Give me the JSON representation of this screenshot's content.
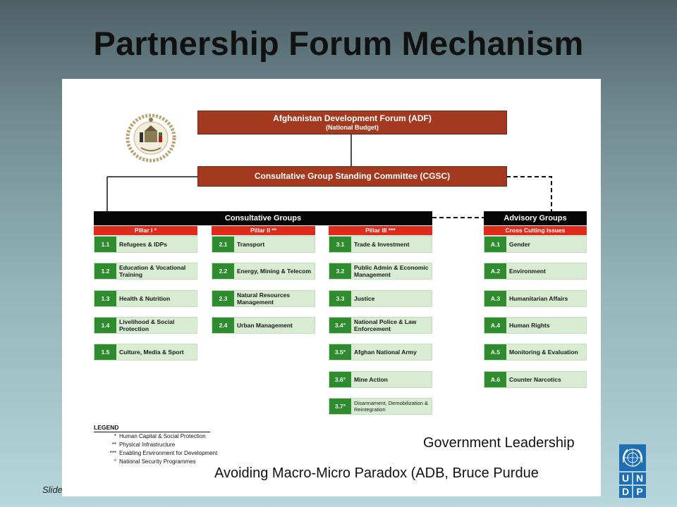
{
  "title": "Partnership Forum Mechanism",
  "footer_note": "Slide",
  "diagram": {
    "adf": {
      "line1": "Afghanistan Development Forum (ADF)",
      "line2": "(National Budget)"
    },
    "cgsc": "Consultative Group Standing Committee (CGSC)",
    "consultative_groups": "Consultative Groups",
    "advisory_groups": "Advisory Groups",
    "pillars": [
      {
        "header": "Pillar I *",
        "items": [
          {
            "num": "1.1",
            "label": "Refugees & IDPs"
          },
          {
            "num": "1.2",
            "label": "Education & Vocational Training"
          },
          {
            "num": "1.3",
            "label": "Health & Nutrition"
          },
          {
            "num": "1.4",
            "label": "Livelihood & Social Protection"
          },
          {
            "num": "1.5",
            "label": "Culture, Media & Sport"
          }
        ]
      },
      {
        "header": "Pillar II **",
        "items": [
          {
            "num": "2.1",
            "label": "Transport"
          },
          {
            "num": "2.2",
            "label": "Energy, Mining & Telecom"
          },
          {
            "num": "2.3",
            "label": "Natural Resources Management"
          },
          {
            "num": "2.4",
            "label": "Urban Management"
          }
        ]
      },
      {
        "header": "Pillar III ***",
        "items": [
          {
            "num": "3.1",
            "label": "Trade & Investment"
          },
          {
            "num": "3.2",
            "label": "Public Admin & Economic Management"
          },
          {
            "num": "3.3",
            "label": "Justice"
          },
          {
            "num": "3.4°",
            "label": "National Police & Law Enforcement"
          },
          {
            "num": "3.5°",
            "label": "Afghan National Army"
          },
          {
            "num": "3.6°",
            "label": "Mine Action"
          },
          {
            "num": "3.7°",
            "label": "Disarmament, Demobilization & Reintegration"
          }
        ]
      },
      {
        "header": "Cross Cutting Issues",
        "items": [
          {
            "num": "A.1",
            "label": "Gender"
          },
          {
            "num": "A.2",
            "label": "Environment"
          },
          {
            "num": "A.3",
            "label": "Humanitarian Affairs"
          },
          {
            "num": "A.4",
            "label": "Human Rights"
          },
          {
            "num": "A.5",
            "label": "Monitoring & Evaluation"
          },
          {
            "num": "A.6",
            "label": "Counter Narcotics"
          }
        ]
      }
    ],
    "legend": {
      "title": "LEGEND",
      "rows": [
        {
          "sym": "*",
          "text": "Human Capital & Social Protection"
        },
        {
          "sym": "**",
          "text": "Physical Infrastructure"
        },
        {
          "sym": "***",
          "text": "Enabling Environment for Development"
        },
        {
          "sym": "°",
          "text": "National Security Programmes"
        }
      ]
    }
  },
  "captions": {
    "line1": "Government Leadership",
    "line2": "Avoiding Macro-Micro Paradox (ADB, Bruce Purdue"
  },
  "logo": {
    "letters": [
      "U",
      "N",
      "D",
      "P"
    ]
  }
}
